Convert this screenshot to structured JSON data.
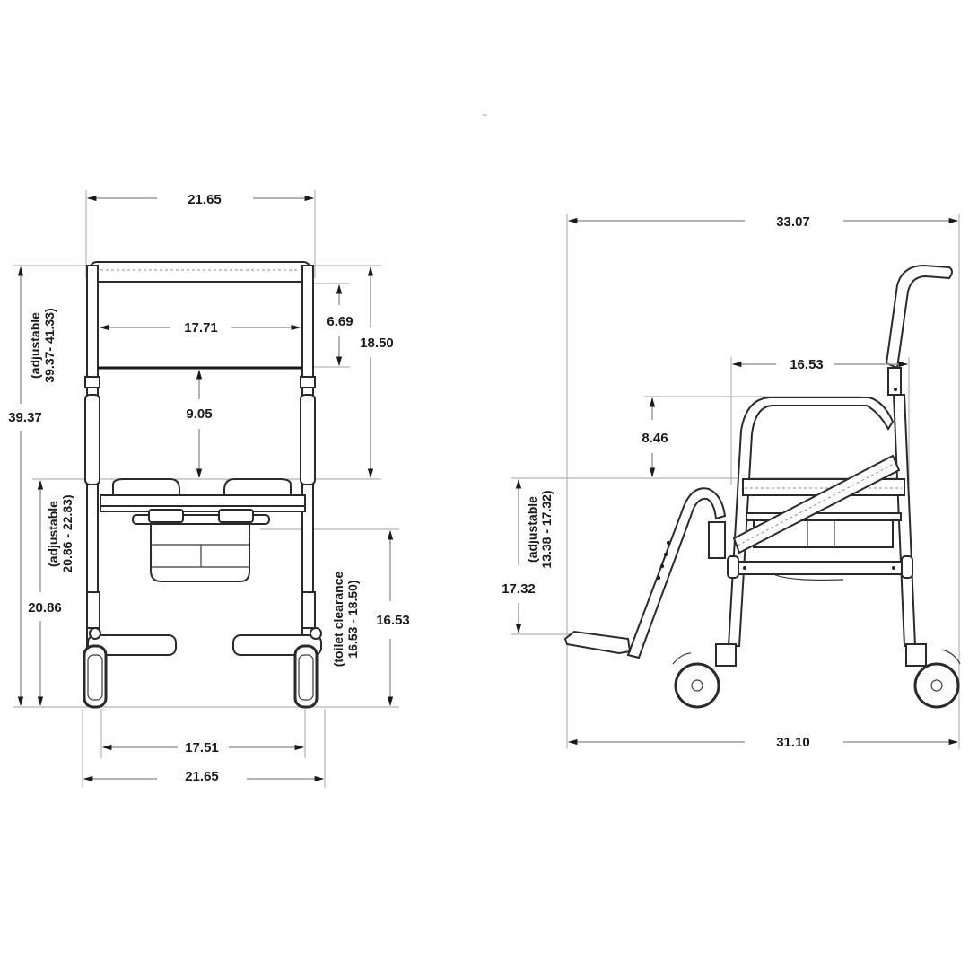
{
  "front_view": {
    "overall_width_top": "21.65",
    "backrest_inner_width": "17.71",
    "backrest_height": "6.69",
    "back_to_seat_height": "18.50",
    "backrest_to_seat_gap": "9.05",
    "overall_height": "39.37",
    "overall_height_adjustable_line1": "(adjustable",
    "overall_height_adjustable_line2": "39.37- 41.33)",
    "seat_height": "20.86",
    "seat_height_adjustable_line1": "(adjustable",
    "seat_height_adjustable_line2": "20.86 - 22.83)",
    "toilet_clearance": "16.53",
    "toilet_clearance_line1": "(toilet clearance",
    "toilet_clearance_line2": "16.53 - 18.50)",
    "wheel_inner_width": "17.51",
    "overall_width_bottom": "21.65"
  },
  "side_view": {
    "overall_depth_top": "33.07",
    "seat_depth": "16.53",
    "armrest_height": "8.46",
    "footrest_to_seat": "17.32",
    "footrest_adjustable_line1": "(adjustable",
    "footrest_adjustable_line2": "13.38 - 17.32)",
    "base_depth": "31.10"
  },
  "colors": {
    "line": "#2a2a2a",
    "dimension_line": "#9a9a9a",
    "text": "#1a1a1a",
    "background": "#ffffff"
  }
}
